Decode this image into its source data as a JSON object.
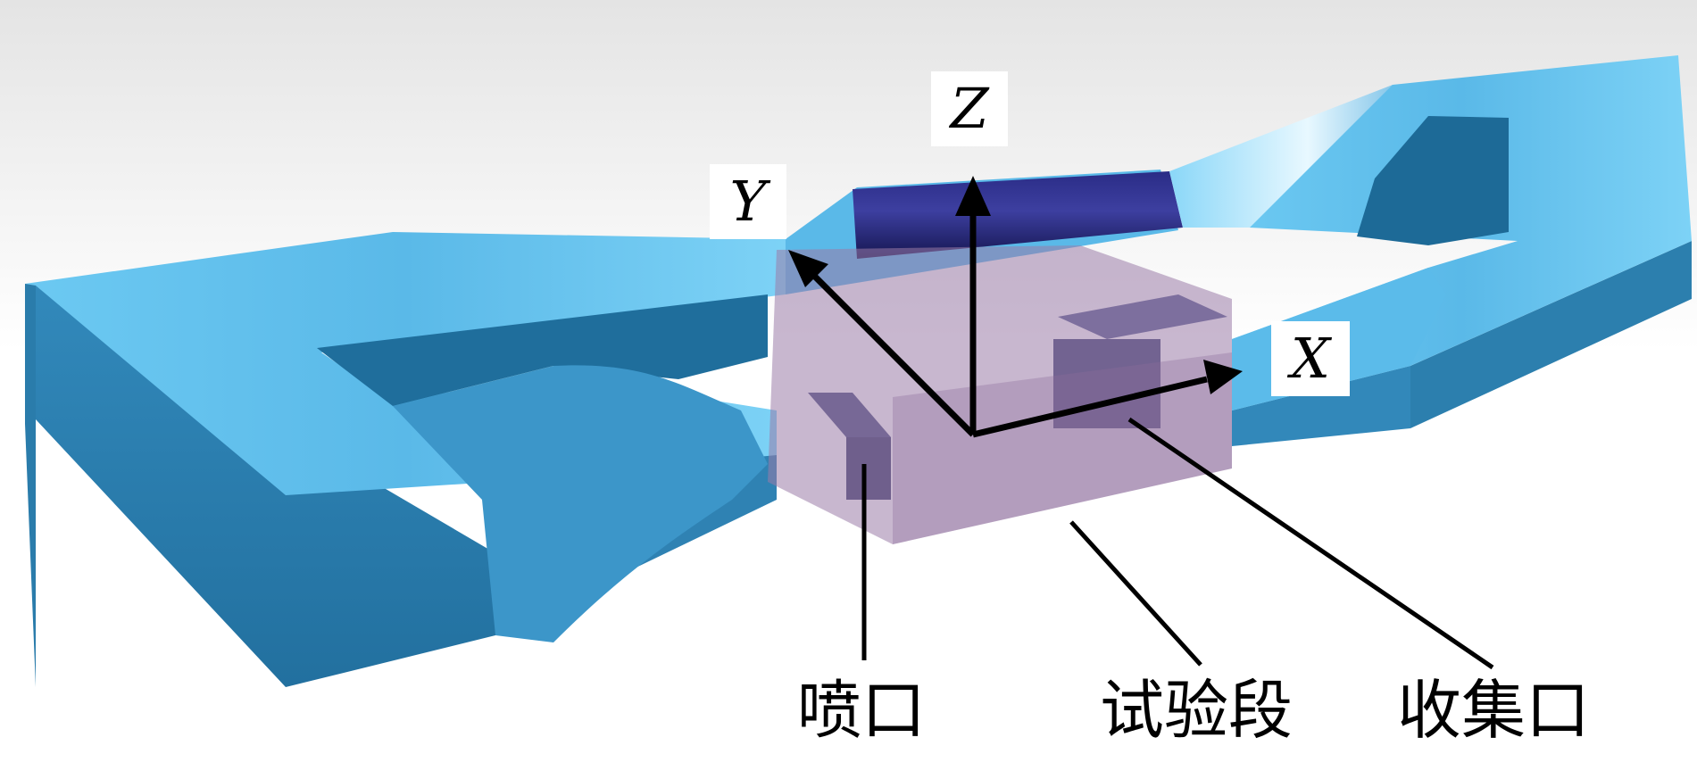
{
  "axes": {
    "x": "X",
    "y": "Y",
    "z": "Z"
  },
  "callouts": {
    "nozzle": "喷口",
    "test_section": "试验段",
    "collector": "收集口"
  },
  "colors": {
    "tunnel_top": "#5fc3ef",
    "tunnel_side": "#2c7fae",
    "contraction": "#1d1f6b",
    "test_section_box": "#9b7ba8",
    "background_top": "#e4e4e4"
  }
}
